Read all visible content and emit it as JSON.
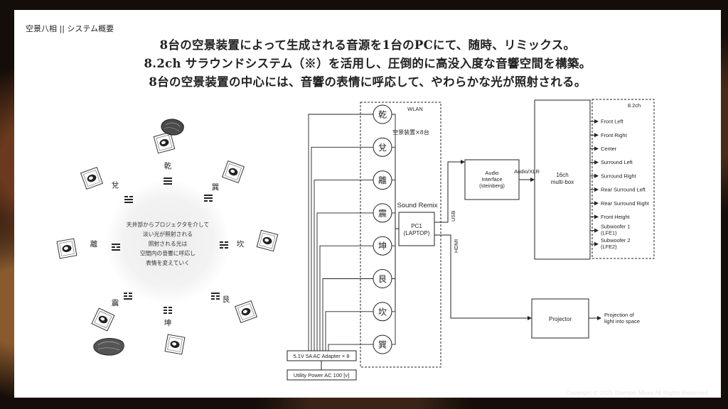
{
  "slide_tag": "空景八相 || システム概要",
  "headline": [
    "8台の空景装置によって生成される音源を1台のPCにて、随時、リミックス。",
    "8.2ch サラウンドシステム（※）を活用し、圧倒的に高没入度な音響空間を構築。",
    "8台の空景装置の中心には、音響の表情に呼応して、やわらかな光が照射される。"
  ],
  "trigram": {
    "labels": [
      "乾",
      "巽",
      "坎",
      "艮",
      "坤",
      "震",
      "離",
      "兌"
    ],
    "center_text": [
      "天井部からプロジェクタを介して",
      "淡い光が照射される",
      "照射される光は",
      "空間内の音響に呼応し",
      "表情を変えていく"
    ]
  },
  "diagram": {
    "device_nodes": [
      "乾",
      "兌",
      "離",
      "震",
      "坤",
      "艮",
      "坎",
      "巽"
    ],
    "wlan_label": "WLAN",
    "devices_label": "空景装置×8台",
    "sound_remix_label": "Sound Remix",
    "pc_label": [
      "PC1",
      "(LAPTOP)"
    ],
    "usb_label": "USB",
    "hdmi_label": "HDMI",
    "audio_interface_label": [
      "Audio",
      "Interface",
      "(steinberg)"
    ],
    "audio_xlr_label": "Audio/XLR",
    "multibox_label": [
      "16ch",
      "multi-box"
    ],
    "surround_title": "8.2ch",
    "channels": [
      "Front Left",
      "Front Right",
      "Center",
      "Surround Left",
      "Surround Right",
      "Rear Surround Left",
      "Rear Surround Right",
      "Front Height",
      [
        "Subwoofer 1",
        "(LFE1)"
      ],
      [
        "Subwoofer 2",
        "(LFE2)"
      ]
    ],
    "projector_label": "Projector",
    "projection_label": [
      "Projection of",
      "light into space"
    ],
    "adapter_label": "5.1V 5A AC Adapter × 8",
    "power_label": "Utility Power AC 100 [v]"
  },
  "copyright": "Copyright © 2025 Shimpei Miura All Rights Reserved."
}
